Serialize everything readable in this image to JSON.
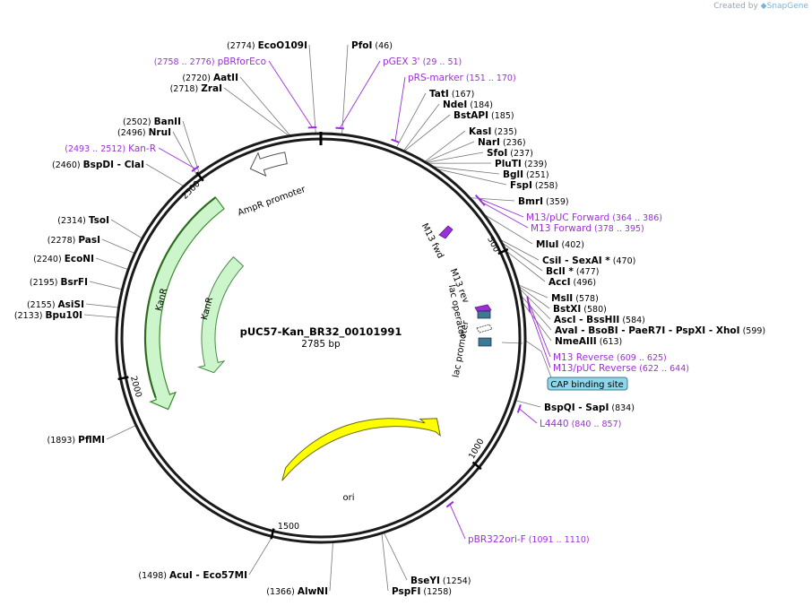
{
  "credit": {
    "prefix": "Created by",
    "brand": "SnapGene"
  },
  "plasmid": {
    "name": "pUC57-Kan_BR32_00101991",
    "length_label": "2785 bp",
    "total_bp": 2785
  },
  "colors": {
    "primer": "#9b30d9",
    "backbone": "#1a1a1a",
    "arrow_fill": "#ccf5cc",
    "ori_fill": "#ffff00",
    "promoter_fill": "#ffffff",
    "lac_box": "#3a7a94",
    "cap_box": "#8fd6e8"
  },
  "tick_labels": [
    {
      "label": "500",
      "bp": 500
    },
    {
      "label": "1000",
      "bp": 1000
    },
    {
      "label": "1500",
      "bp": 1500
    },
    {
      "label": "2000",
      "bp": 2000
    },
    {
      "label": "2500",
      "bp": 2500
    }
  ],
  "enzymes_left": [
    {
      "pos": "(2774)",
      "name": "EcoO109I",
      "bp": 2774
    },
    {
      "pos": "(2720)",
      "name": "AatII",
      "bp": 2720
    },
    {
      "pos": "(2718)",
      "name": "ZraI",
      "bp": 2718
    },
    {
      "pos": "(2502)",
      "name": "BanII",
      "bp": 2502
    },
    {
      "pos": "(2496)",
      "name": "NruI",
      "bp": 2496
    },
    {
      "pos": "(2460)",
      "name": "BspDI - ClaI",
      "bp": 2460
    },
    {
      "pos": "(2314)",
      "name": "TsoI",
      "bp": 2314
    },
    {
      "pos": "(2278)",
      "name": "PasI",
      "bp": 2278
    },
    {
      "pos": "(2240)",
      "name": "EcoNI",
      "bp": 2240
    },
    {
      "pos": "(2195)",
      "name": "BsrFI",
      "bp": 2195
    },
    {
      "pos": "(2155)",
      "name": "AsiSI",
      "bp": 2155
    },
    {
      "pos": "(2133)",
      "name": "Bpu10I",
      "bp": 2133
    },
    {
      "pos": "(1893)",
      "name": "PflMI",
      "bp": 1893
    },
    {
      "pos": "(1498)",
      "name": "AcuI - Eco57MI",
      "bp": 1498
    },
    {
      "pos": "(1366)",
      "name": "AlwNI",
      "bp": 1366
    }
  ],
  "enzymes_right": [
    {
      "name": "PfoI",
      "pos": "(46)",
      "bp": 46
    },
    {
      "name": "TatI",
      "pos": "(167)",
      "bp": 167
    },
    {
      "name": "NdeI",
      "pos": "(184)",
      "bp": 184
    },
    {
      "name": "BstAPI",
      "pos": "(185)",
      "bp": 185
    },
    {
      "name": "KasI",
      "pos": "(235)",
      "bp": 235
    },
    {
      "name": "NarI",
      "pos": "(236)",
      "bp": 236
    },
    {
      "name": "SfoI",
      "pos": "(237)",
      "bp": 237
    },
    {
      "name": "PluTI",
      "pos": "(239)",
      "bp": 239
    },
    {
      "name": "BglI",
      "pos": "(251)",
      "bp": 251
    },
    {
      "name": "FspI",
      "pos": "(258)",
      "bp": 258
    },
    {
      "name": "BmrI",
      "pos": "(359)",
      "bp": 359
    },
    {
      "name": "MluI",
      "pos": "(402)",
      "bp": 402
    },
    {
      "name": "CsiI - SexAI *",
      "pos": "(470)",
      "bp": 470
    },
    {
      "name": "BclI *",
      "pos": "(477)",
      "bp": 477
    },
    {
      "name": "AccI",
      "pos": "(496)",
      "bp": 496
    },
    {
      "name": "MslI",
      "pos": "(578)",
      "bp": 578
    },
    {
      "name": "BstXI",
      "pos": "(580)",
      "bp": 580
    },
    {
      "name": "AscI - BssHII",
      "pos": "(584)",
      "bp": 584
    },
    {
      "name": "AvaI - BsoBI - PaeR7I - PspXI - XhoI",
      "pos": "(599)",
      "bp": 599
    },
    {
      "name": "NmeAIII",
      "pos": "(613)",
      "bp": 613
    },
    {
      "name": "BspQI - SapI",
      "pos": "(834)",
      "bp": 834
    },
    {
      "name": "BseYI",
      "pos": "(1254)",
      "bp": 1254
    },
    {
      "name": "PspFI",
      "pos": "(1258)",
      "bp": 1258
    }
  ],
  "primers": [
    {
      "name": "pBRforEco",
      "range": "(2758 .. 2776)",
      "side": "left"
    },
    {
      "name": "Kan-R",
      "range": "(2493 .. 2512)",
      "side": "left"
    },
    {
      "name": "pGEX 3'",
      "range": "(29 .. 51)",
      "side": "right"
    },
    {
      "name": "pRS-marker",
      "range": "(151 .. 170)",
      "side": "right"
    },
    {
      "name": "M13/pUC Forward",
      "range": "(364 .. 386)",
      "side": "right"
    },
    {
      "name": "M13 Forward",
      "range": "(378 .. 395)",
      "side": "right"
    },
    {
      "name": "M13 Reverse",
      "range": "(609 .. 625)",
      "side": "right"
    },
    {
      "name": "M13/pUC Reverse",
      "range": "(622 .. 644)",
      "side": "right"
    },
    {
      "name": "L4440",
      "range": "(840 .. 857)",
      "side": "right"
    },
    {
      "name": "pBR322ori-F",
      "range": "(1091 .. 1110)",
      "side": "right"
    }
  ],
  "features": {
    "cap_site": "CAP binding site",
    "amp_promoter": "AmpR promoter",
    "kanr_outer": "KanR",
    "kanr_inner": "KanR",
    "ori": "ori",
    "m13_fwd": "M13 fwd",
    "m13_rev": "M13 rev",
    "lac_operator": "lac operator",
    "lac_promoter": "lac promoter"
  }
}
